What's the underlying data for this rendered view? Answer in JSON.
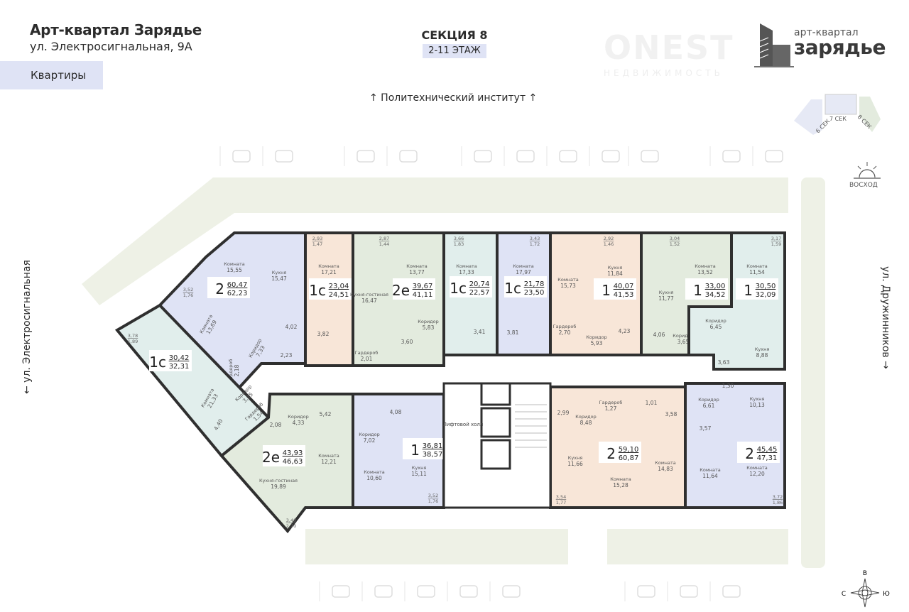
{
  "header": {
    "title": "Арт-квартал Зарядье",
    "address": "ул. Электросигнальная, 9А",
    "tab_label": "Квартиры",
    "section": "СЕКЦИЯ 8",
    "floors": "2-11 ЭТАЖ"
  },
  "logo": {
    "small": "арт-квартал",
    "big": "зарядье",
    "watermark": "ONEST",
    "watermark_sub": "НЕДВИЖИМОСТЬ"
  },
  "streets": {
    "north": "↑ Политехнический институт ↑",
    "west": "← ул. Электросигнальная",
    "east": "ул. Дружинников →"
  },
  "key_plan": {
    "sections": [
      "6 СЕК",
      "7 СЕК",
      "8 СЕК"
    ],
    "active": "8 СЕК"
  },
  "sunrise_label": "ВОСХОД",
  "compass": {
    "north_letter": "В",
    "west_letter": "С",
    "east_letter": "Ю"
  },
  "lift_hall": "Лифтовой холл",
  "colors": {
    "lavender": "#dfe3f5",
    "peach": "#f8e6d8",
    "green": "#e3ebde",
    "teal": "#e1eeec",
    "wall": "#2f2f2f",
    "street": "#eef1e6"
  },
  "apartments": [
    {
      "type": "2",
      "living": "60,47",
      "total": "62,23",
      "color": "lavender",
      "balcony": [
        "3,52",
        "1,76"
      ],
      "rooms": [
        [
          "Комната",
          "15,55"
        ],
        [
          "Кухня",
          "15,47"
        ],
        [
          "Комната",
          "13,69"
        ],
        [
          "Коридор",
          "7,33"
        ],
        [
          "Гардероб",
          "2,18"
        ],
        [
          "",
          "4,02"
        ],
        [
          "",
          "2,23"
        ]
      ]
    },
    {
      "type": "1с",
      "living": "23,04",
      "total": "24,51",
      "color": "peach",
      "balcony": [
        "2,93",
        "1,47"
      ],
      "rooms": [
        [
          "Комната",
          "17,21"
        ],
        [
          "",
          "3,82"
        ]
      ]
    },
    {
      "type": "2е",
      "living": "39,67",
      "total": "41,11",
      "color": "green",
      "balcony": [
        "2,87",
        "1,44"
      ],
      "rooms": [
        [
          "Кухня-гостиная",
          "16,47"
        ],
        [
          "Комната",
          "13,77"
        ],
        [
          "Коридор",
          "5,83"
        ],
        [
          "",
          "3,60"
        ],
        [
          "Гардероб",
          "2,01"
        ]
      ]
    },
    {
      "type": "1с",
      "living": "20,74",
      "total": "22,57",
      "color": "teal",
      "balcony": [
        "3,66",
        "1,83"
      ],
      "rooms": [
        [
          "Комната",
          "17,33"
        ],
        [
          "",
          "3,41"
        ]
      ]
    },
    {
      "type": "1с",
      "living": "21,78",
      "total": "23,50",
      "color": "lavender",
      "balcony": [
        "3,43",
        "1,72"
      ],
      "rooms": [
        [
          "Комната",
          "17,97"
        ],
        [
          "",
          "3,81"
        ]
      ]
    },
    {
      "type": "1",
      "living": "40,07",
      "total": "41,53",
      "color": "peach",
      "balcony": [
        "2,92",
        "1,46"
      ],
      "rooms": [
        [
          "Комната",
          "15,73"
        ],
        [
          "Кухня",
          "11,84"
        ],
        [
          "Гардероб",
          "2,70"
        ],
        [
          "Коридор",
          "5,93"
        ],
        [
          "",
          "4,23"
        ]
      ]
    },
    {
      "type": "1",
      "living": "33,00",
      "total": "34,52",
      "color": "green",
      "balcony": [
        "3,04",
        "1,52"
      ],
      "rooms": [
        [
          "Кухня",
          "11,77"
        ],
        [
          "Комната",
          "13,52"
        ],
        [
          "",
          "4,06"
        ],
        [
          "Коридор",
          "3,65"
        ]
      ]
    },
    {
      "type": "1",
      "living": "30,50",
      "total": "32,09",
      "color": "teal",
      "balcony": [
        "3,17",
        "1,59"
      ],
      "rooms": [
        [
          "Комната",
          "11,54"
        ],
        [
          "Коридор",
          "6,45"
        ],
        [
          "Кухня",
          "8,88"
        ],
        [
          "",
          "3,63"
        ]
      ]
    },
    {
      "type": "1с",
      "living": "30,42",
      "total": "32,31",
      "color": "teal",
      "balcony": [
        "3,78",
        "1,89"
      ],
      "rooms": [
        [
          "Комната",
          "21,33"
        ],
        [
          "Коридор",
          "3,15"
        ],
        [
          "Гардероб",
          "1,54"
        ],
        [
          "",
          "4,40"
        ]
      ]
    },
    {
      "type": "2е",
      "living": "43,93",
      "total": "46,63",
      "color": "green",
      "balcony": [
        "3,40",
        "2,70"
      ],
      "rooms": [
        [
          "Коридор",
          "4,33"
        ],
        [
          "",
          "2,08"
        ],
        [
          "",
          "5,42"
        ],
        [
          "Комната",
          "12,21"
        ],
        [
          "Кухня-гостиная",
          "19,89"
        ]
      ]
    },
    {
      "type": "1",
      "living": "36,81",
      "total": "38,57",
      "color": "lavender",
      "balcony": [
        "3,52",
        "1,76"
      ],
      "rooms": [
        [
          "Коридор",
          "7,02"
        ],
        [
          "",
          "4,08"
        ],
        [
          "Комната",
          "10,60"
        ],
        [
          "Кухня",
          "15,11"
        ]
      ]
    },
    {
      "type": "2",
      "living": "59,10",
      "total": "60,87",
      "color": "peach",
      "balcony": [
        "3,54",
        "1,77"
      ],
      "rooms": [
        [
          "",
          "2,99"
        ],
        [
          "Коридор",
          "8,48"
        ],
        [
          "Гардероб",
          "1,27"
        ],
        [
          "",
          "1,01"
        ],
        [
          "",
          "3,58"
        ],
        [
          "Кухня",
          "11,66"
        ],
        [
          "Комната",
          "15,28"
        ],
        [
          "Комната",
          "14,83"
        ]
      ]
    },
    {
      "type": "2",
      "living": "45,45",
      "total": "47,31",
      "color": "lavender",
      "balcony": [
        "3,72",
        "1,86"
      ],
      "rooms": [
        [
          "",
          "1,30"
        ],
        [
          "Коридор",
          "6,61"
        ],
        [
          "Кухня",
          "10,13"
        ],
        [
          "",
          "3,57"
        ],
        [
          "Комната",
          "11,64"
        ],
        [
          "Комната",
          "12,20"
        ]
      ]
    }
  ]
}
